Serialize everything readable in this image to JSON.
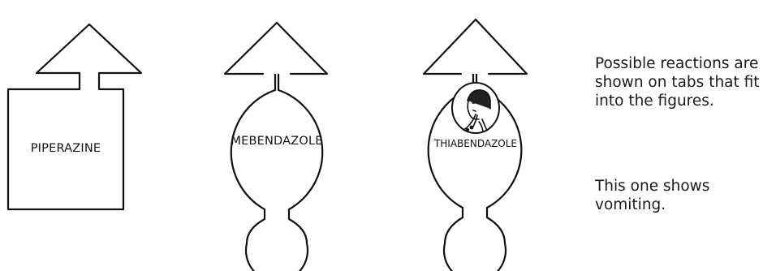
{
  "figures": [
    {
      "shape": "square-with-arrow",
      "label": "PIPERAZINE"
    },
    {
      "shape": "circle-with-arrow-and-bulb",
      "label": "MEBENDAZOLE"
    },
    {
      "shape": "circle-with-arrow-and-bulb-and-tab",
      "label": "THIABENDAZOLE",
      "tab_icon": "vomiting-face-icon"
    }
  ],
  "caption": {
    "line1": "Possible reactions are shown on tabs that fit into the figures.",
    "line2": "This one shows vomiting."
  }
}
